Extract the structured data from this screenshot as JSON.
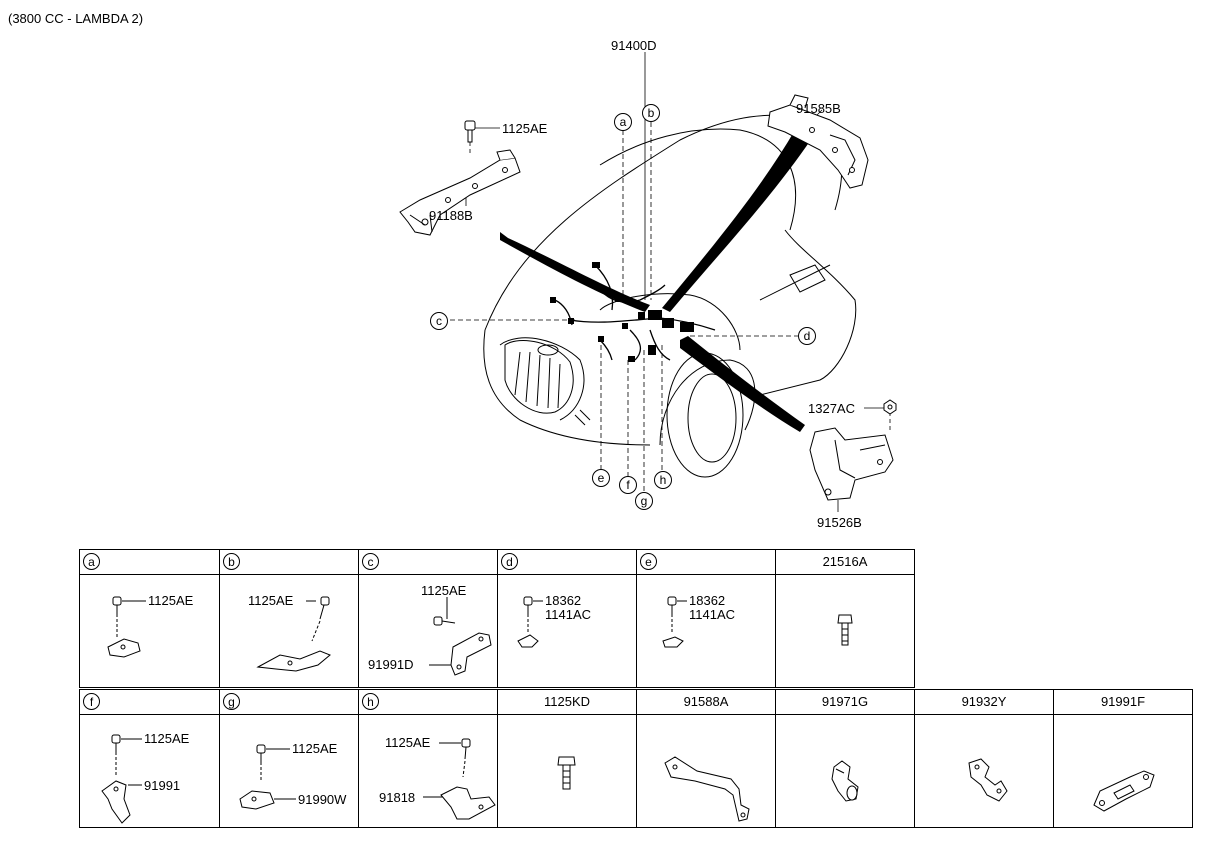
{
  "header": "(3800 CC - LAMBDA 2)",
  "main_labels": {
    "harness": "91400D",
    "bracket_left_bolt": "1125AE",
    "bracket_left": "91188B",
    "bracket_right_top": "91585B",
    "nut_right": "1327AC",
    "bracket_right_bottom": "91526B"
  },
  "callouts": [
    "a",
    "b",
    "c",
    "d",
    "e",
    "f",
    "g",
    "h"
  ],
  "row1": [
    {
      "circle": "a",
      "title": "",
      "labels": [
        "1125AE"
      ]
    },
    {
      "circle": "b",
      "title": "",
      "labels": [
        "1125AE"
      ]
    },
    {
      "circle": "c",
      "title": "",
      "labels": [
        "1125AE",
        "91991D"
      ]
    },
    {
      "circle": "d",
      "title": "",
      "labels": [
        "18362",
        "1141AC"
      ]
    },
    {
      "circle": "e",
      "title": "",
      "labels": [
        "18362",
        "1141AC"
      ]
    },
    {
      "circle": "",
      "title": "21516A",
      "labels": []
    }
  ],
  "row2": [
    {
      "circle": "f",
      "title": "",
      "labels": [
        "1125AE",
        "91991"
      ]
    },
    {
      "circle": "g",
      "title": "",
      "labels": [
        "1125AE",
        "91990W"
      ]
    },
    {
      "circle": "h",
      "title": "",
      "labels": [
        "1125AE",
        "91818"
      ]
    },
    {
      "circle": "",
      "title": "1125KD",
      "labels": []
    },
    {
      "circle": "",
      "title": "91588A",
      "labels": []
    },
    {
      "circle": "",
      "title": "91971G",
      "labels": []
    },
    {
      "circle": "",
      "title": "91932Y",
      "labels": []
    },
    {
      "circle": "",
      "title": "91991F",
      "labels": []
    }
  ]
}
